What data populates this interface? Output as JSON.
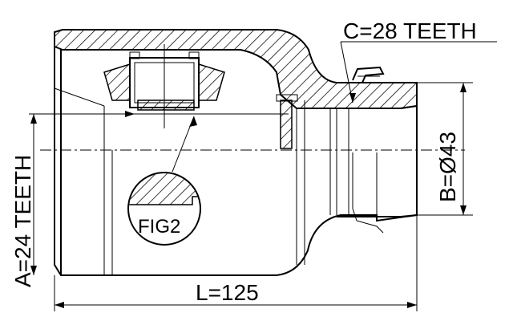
{
  "labels": {
    "c_teeth": "C=28 TEETH",
    "a_teeth": "A=24 TEETH",
    "b_diameter": "B=Ø43",
    "length": "L=125",
    "figure": "FIG2"
  }
}
